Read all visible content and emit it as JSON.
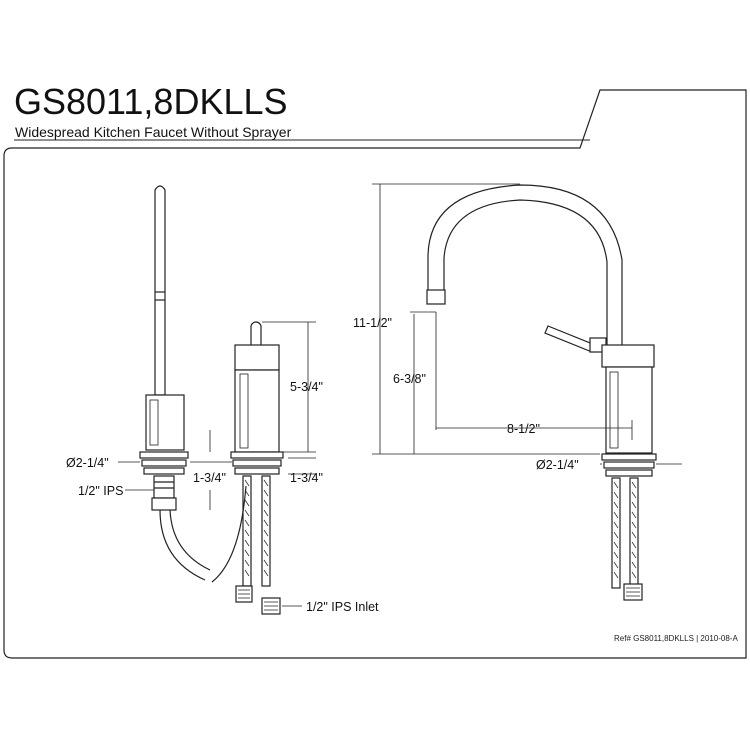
{
  "header": {
    "model": "GS8011,8DKLLS",
    "description": "Widespread Kitchen Faucet Without Sprayer"
  },
  "footer": {
    "reference": "Ref# GS8011,8DKLLS | 2010-08-A"
  },
  "dimensions": {
    "base_diameter_left": "Ø2-1/4\"",
    "base_diameter_right": "Ø2-1/4\"",
    "ips_left": "1/2\" IPS",
    "handle_height": "5-3/4\"",
    "deck_thickness_a": "1-3/4\"",
    "deck_thickness_b": "1-3/4\"",
    "ips_inlet": "1/2\" IPS Inlet",
    "overall_height": "11-1/2\"",
    "spout_height": "6-3/8\"",
    "spout_reach": "8-1/2\""
  }
}
